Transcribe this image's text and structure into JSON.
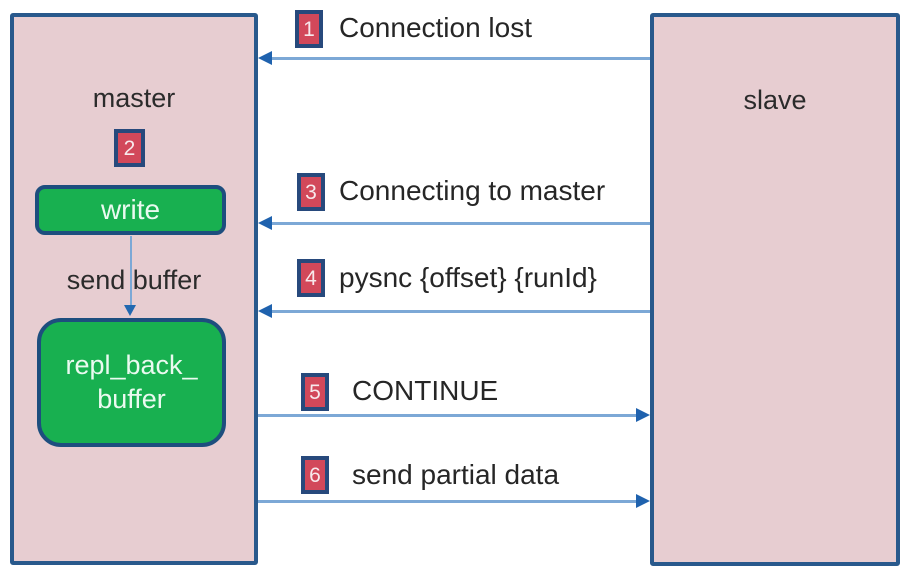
{
  "master": {
    "label": "master",
    "step_badge": "2",
    "write_label": "write",
    "send_buffer_label": "send buffer",
    "repl_buffer_line1": "repl_back_",
    "repl_buffer_line2": "buffer"
  },
  "slave": {
    "label": "slave"
  },
  "messages": [
    {
      "num": "1",
      "label": "Connection lost",
      "direction": "to-master"
    },
    {
      "num": "3",
      "label": "Connecting to master",
      "direction": "to-master"
    },
    {
      "num": "4",
      "label": "pysnc {offset} {runId}",
      "direction": "to-master"
    },
    {
      "num": "5",
      "label": "CONTINUE",
      "direction": "to-slave"
    },
    {
      "num": "6",
      "label": "send partial data",
      "direction": "to-slave"
    }
  ],
  "colors": {
    "node_fill": "#e7cdd1",
    "node_border": "#29598c",
    "green_fill": "#18b050",
    "badge_fill": "#d2485a",
    "badge_border": "#27497c",
    "arrow_line": "#7ca8d6",
    "arrow_head": "#1f62ae",
    "text": "#262626"
  }
}
